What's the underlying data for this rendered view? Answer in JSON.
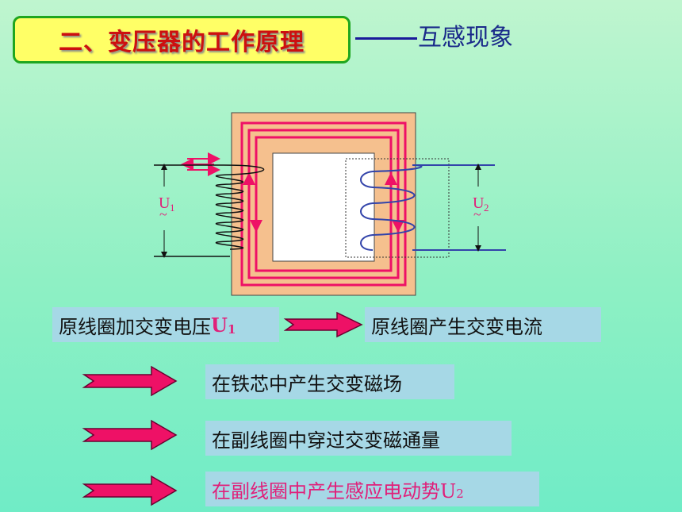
{
  "title": "二、变压器的工作原理",
  "subtitle": "互感现象",
  "diagram": {
    "u1_label": "U",
    "u1_sub": "1",
    "u2_label": "U",
    "u2_sub": "2",
    "tilde": "~"
  },
  "steps": {
    "s1_text": "原线圈加交变电压",
    "s1_u": "U",
    "s1_sub": "1",
    "s2_text": "原线圈产生交变电流",
    "s3_text": "在铁芯中产生交变磁场",
    "s4_text": "在副线圈中穿过交变磁通量",
    "s5_text": "在副线圈中产生感应电动势U",
    "s5_sub": "2"
  },
  "colors": {
    "core": "#f5c08e",
    "flux": "#ee1166",
    "coil": "#3344aa",
    "title_bg": "#ffff66",
    "title_text": "#cc1010"
  }
}
